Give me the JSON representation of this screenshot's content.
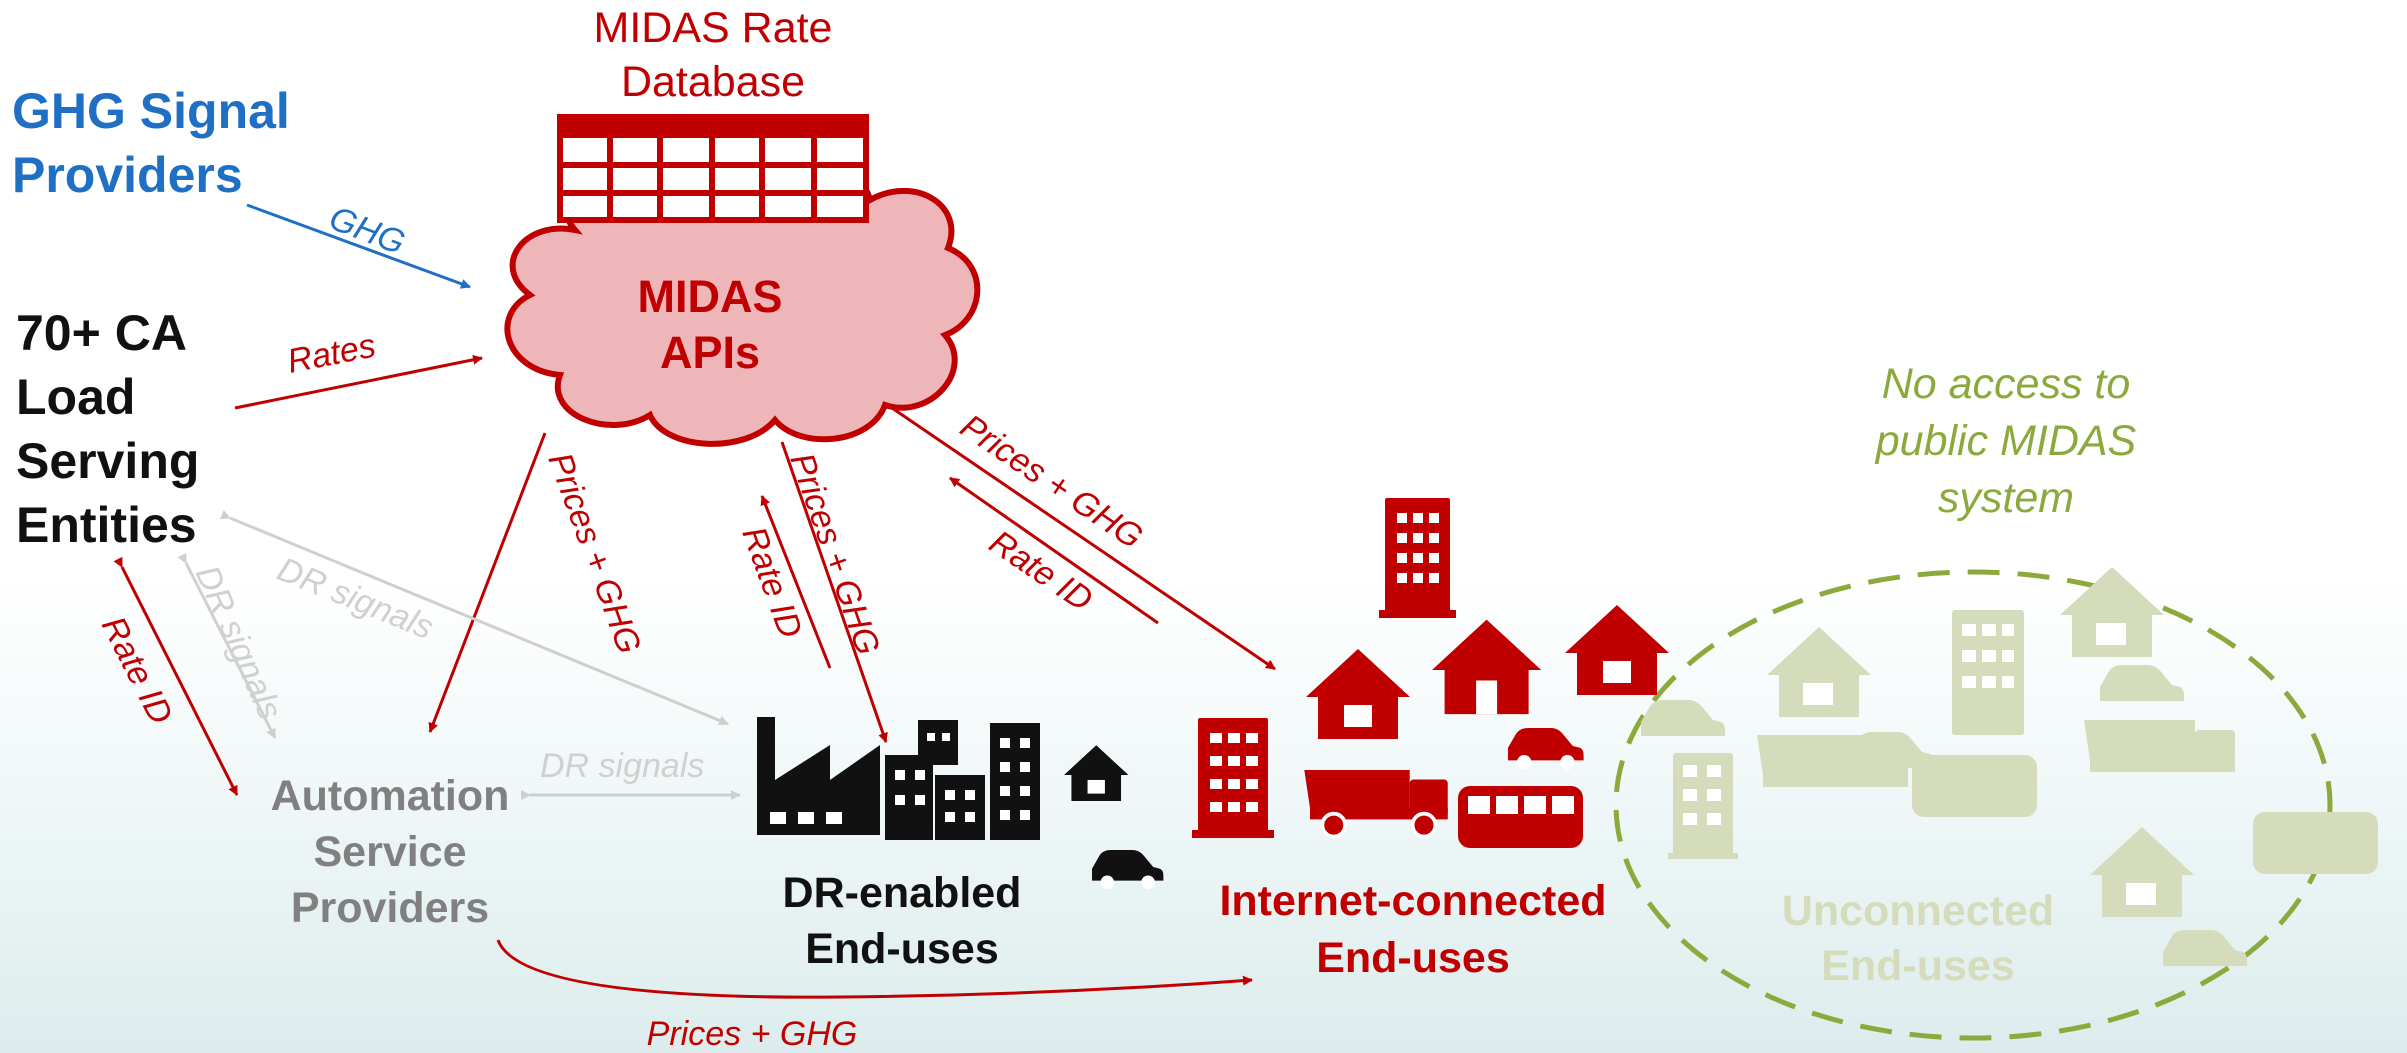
{
  "colors": {
    "red": "#c00000",
    "blue": "#1f6fc5",
    "black": "#111111",
    "gray": "#7f7f7f",
    "light_gray": "#d0d0d0",
    "olive": "#8caa3c",
    "faded_green": "#d4dcbc",
    "cloud_fill": "#efb6b9"
  },
  "nodes": {
    "database_line1": "MIDAS Rate",
    "database_line2": "Database",
    "apis_line1": "MIDAS",
    "apis_line2": "APIs",
    "ghg_line1": "GHG Signal",
    "ghg_line2": "Providers",
    "lse_line1": "70+ CA",
    "lse_line2": "Load",
    "lse_line3": "Serving",
    "lse_line4": "Entities",
    "asp_line1": "Automation",
    "asp_line2": "Service",
    "asp_line3": "Providers",
    "dr_line1": "DR-enabled",
    "dr_line2": "End-uses",
    "internet_line1": "Internet-connected",
    "internet_line2": "End-uses",
    "unconnected_line1": "Unconnected",
    "unconnected_line2": "End-uses",
    "no_access_line1": "No access to",
    "no_access_line2": "public MIDAS",
    "no_access_line3": "system"
  },
  "edge_labels": {
    "ghg": "GHG",
    "rates": "Rates",
    "prices_ghg": "Prices + GHG",
    "rate_id": "Rate ID",
    "dr_signals": "DR signals"
  },
  "icons": [
    "database-table-icon",
    "cloud-icon",
    "factory-icon",
    "office-building-icon",
    "house-icon",
    "electric-car-icon",
    "dump-truck-icon",
    "bus-icon"
  ]
}
